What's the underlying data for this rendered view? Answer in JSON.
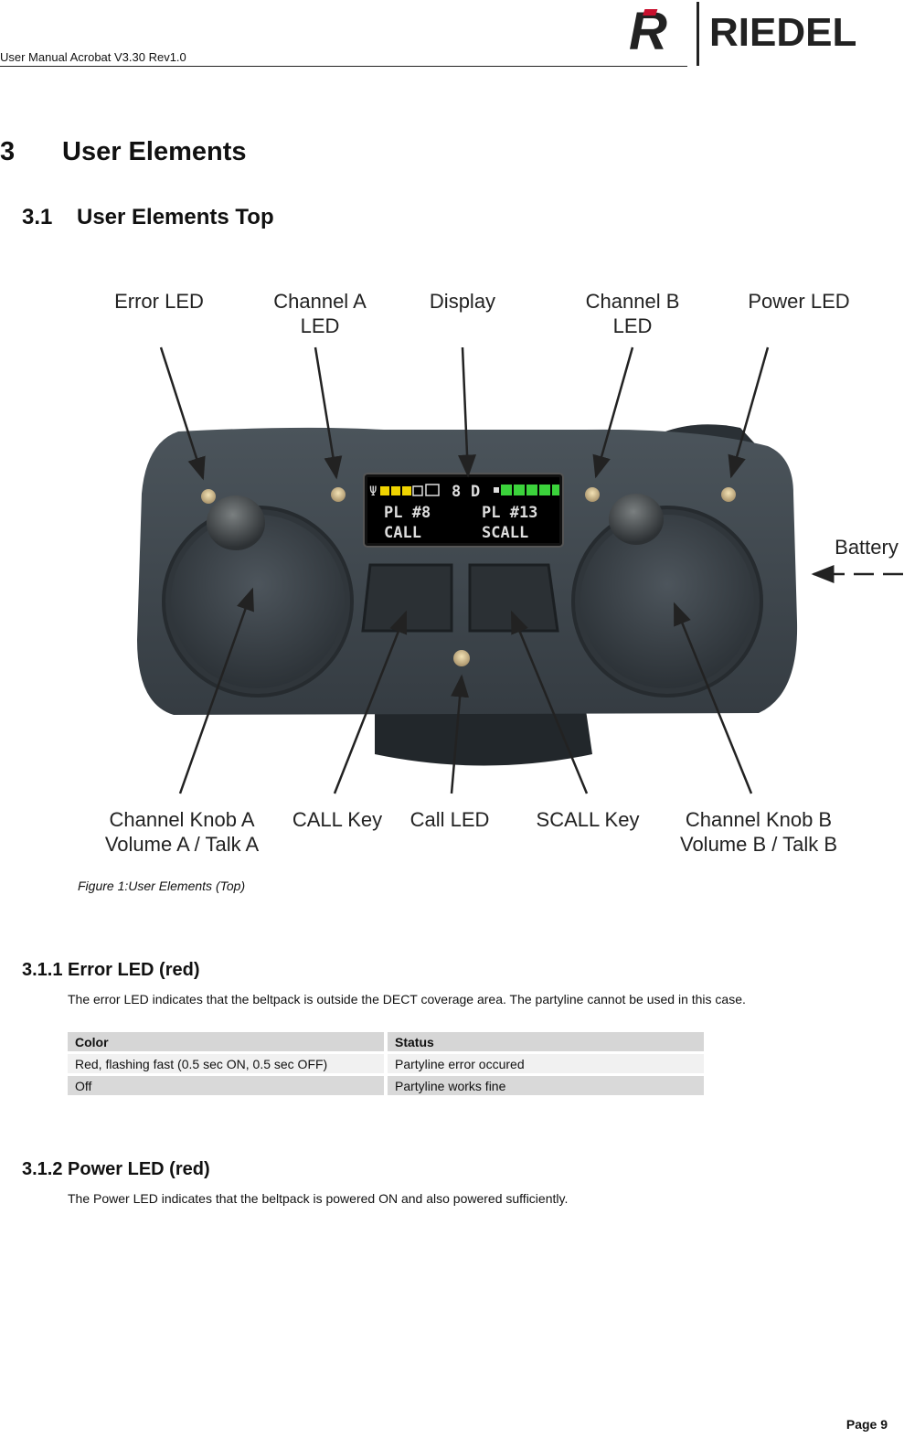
{
  "header": {
    "doc_title": "User Manual Acrobat V3.30 Rev1.0",
    "logo_text": "RIEDEL",
    "logo_mark": "R"
  },
  "section": {
    "number": "3",
    "title": "User Elements"
  },
  "subsection": {
    "number": "3.1",
    "title": "User Elements Top"
  },
  "figure": {
    "top_labels": [
      {
        "lines": [
          "Error LED"
        ]
      },
      {
        "lines": [
          "Channel A",
          "LED"
        ]
      },
      {
        "lines": [
          "Display"
        ]
      },
      {
        "lines": [
          "Channel B",
          "LED"
        ]
      },
      {
        "lines": [
          "Power LED"
        ]
      }
    ],
    "side_label": "Battery",
    "bottom_labels": [
      {
        "lines": [
          "Channel Knob A",
          "Volume A / Talk A"
        ]
      },
      {
        "lines": [
          "CALL Key"
        ]
      },
      {
        "lines": [
          "Call LED"
        ]
      },
      {
        "lines": [
          "SCALL Key"
        ]
      },
      {
        "lines": [
          "Channel Knob B",
          "Volume B / Talk B"
        ]
      }
    ],
    "display": {
      "status_a": "8",
      "status_b": "D",
      "left_line1": "PL #8",
      "left_line2": "CALL",
      "right_line1": "PL #13",
      "right_line2": "SCALL"
    },
    "caption": "Figure 1:User Elements (Top)"
  },
  "error_led": {
    "heading": "3.1.1 Error LED (red)",
    "description": "The error LED indicates that the beltpack is outside the DECT coverage area. The partyline cannot be used in this case.",
    "table": {
      "headers": [
        "Color",
        "Status"
      ],
      "rows": [
        [
          "Red, flashing fast (0.5 sec ON, 0.5 sec OFF)",
          "Partyline error occured"
        ],
        [
          "Off",
          "Partyline works fine"
        ]
      ]
    }
  },
  "power_led": {
    "heading": "3.1.2 Power LED (red)",
    "description": "The Power LED indicates that the beltpack is powered ON and also powered sufficiently."
  },
  "footer": {
    "page": "Page 9"
  }
}
